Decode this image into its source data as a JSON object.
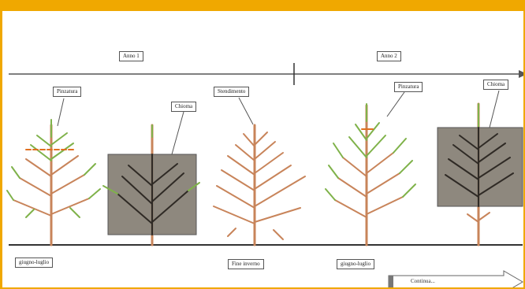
{
  "labels": {
    "anno1": "Anno 1",
    "anno2": "Anno 2",
    "pinch1": "Pinzatura",
    "cut1": "Chioma",
    "pinch2": "Stendimento",
    "pinch3": "Pinzatura",
    "cut2": "Chioma",
    "bottom1": "giugno-luglio",
    "bottom2": "Fine inverno",
    "bottom3": "giugno-luglio",
    "next": "Continua..."
  },
  "colors": {
    "frame": "#f0a800",
    "trunk": "#c8845a",
    "leaf": "#7fb24a",
    "overlay": "#7a7367",
    "pinch_mark": "#e07020"
  }
}
